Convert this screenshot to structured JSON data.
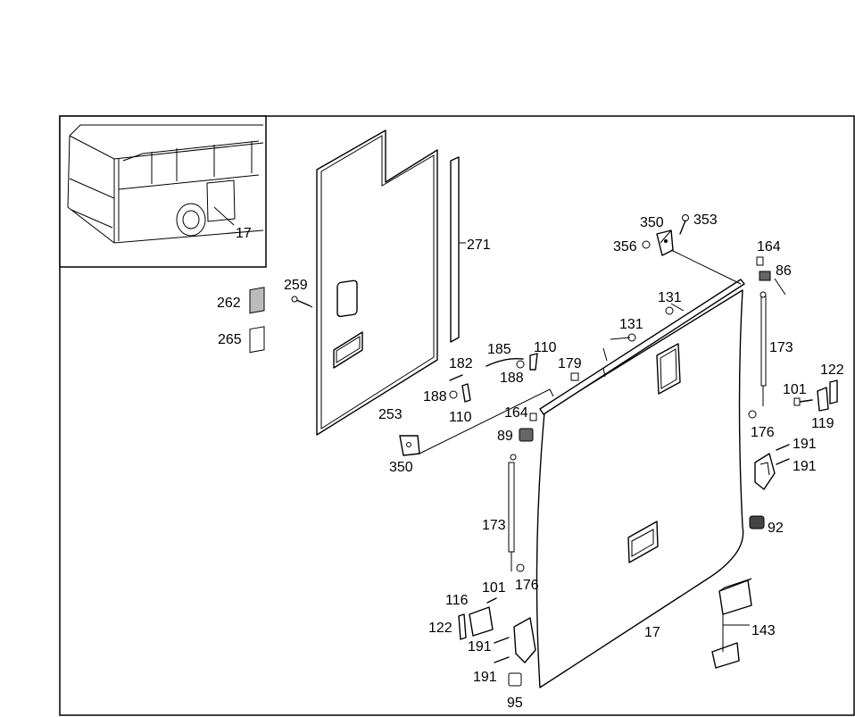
{
  "inset_label": "17",
  "callouts": {
    "c_17_main": "17",
    "c_253": "253",
    "c_271": "271",
    "c_259": "259",
    "c_262": "262",
    "c_265": "265",
    "c_350_top": "350",
    "c_353": "353",
    "c_356": "356",
    "c_131_a": "131",
    "c_131_b": "131",
    "c_185": "185",
    "c_110_a": "110",
    "c_182": "182",
    "c_188_a": "188",
    "c_179": "179",
    "c_188_b": "188",
    "c_110_b": "110",
    "c_164_a": "164",
    "c_89": "89",
    "c_350_bottom": "350",
    "c_164_b": "164",
    "c_86": "86",
    "c_173_right": "173",
    "c_122_right": "122",
    "c_101_right": "101",
    "c_119": "119",
    "c_176_right": "176",
    "c_191_a": "191",
    "c_191_b": "191",
    "c_92": "92",
    "c_173_left": "173",
    "c_176_left": "176",
    "c_101_left": "101",
    "c_116": "116",
    "c_122_left": "122",
    "c_191_c": "191",
    "c_191_d": "191",
    "c_95": "95",
    "c_143": "143"
  }
}
